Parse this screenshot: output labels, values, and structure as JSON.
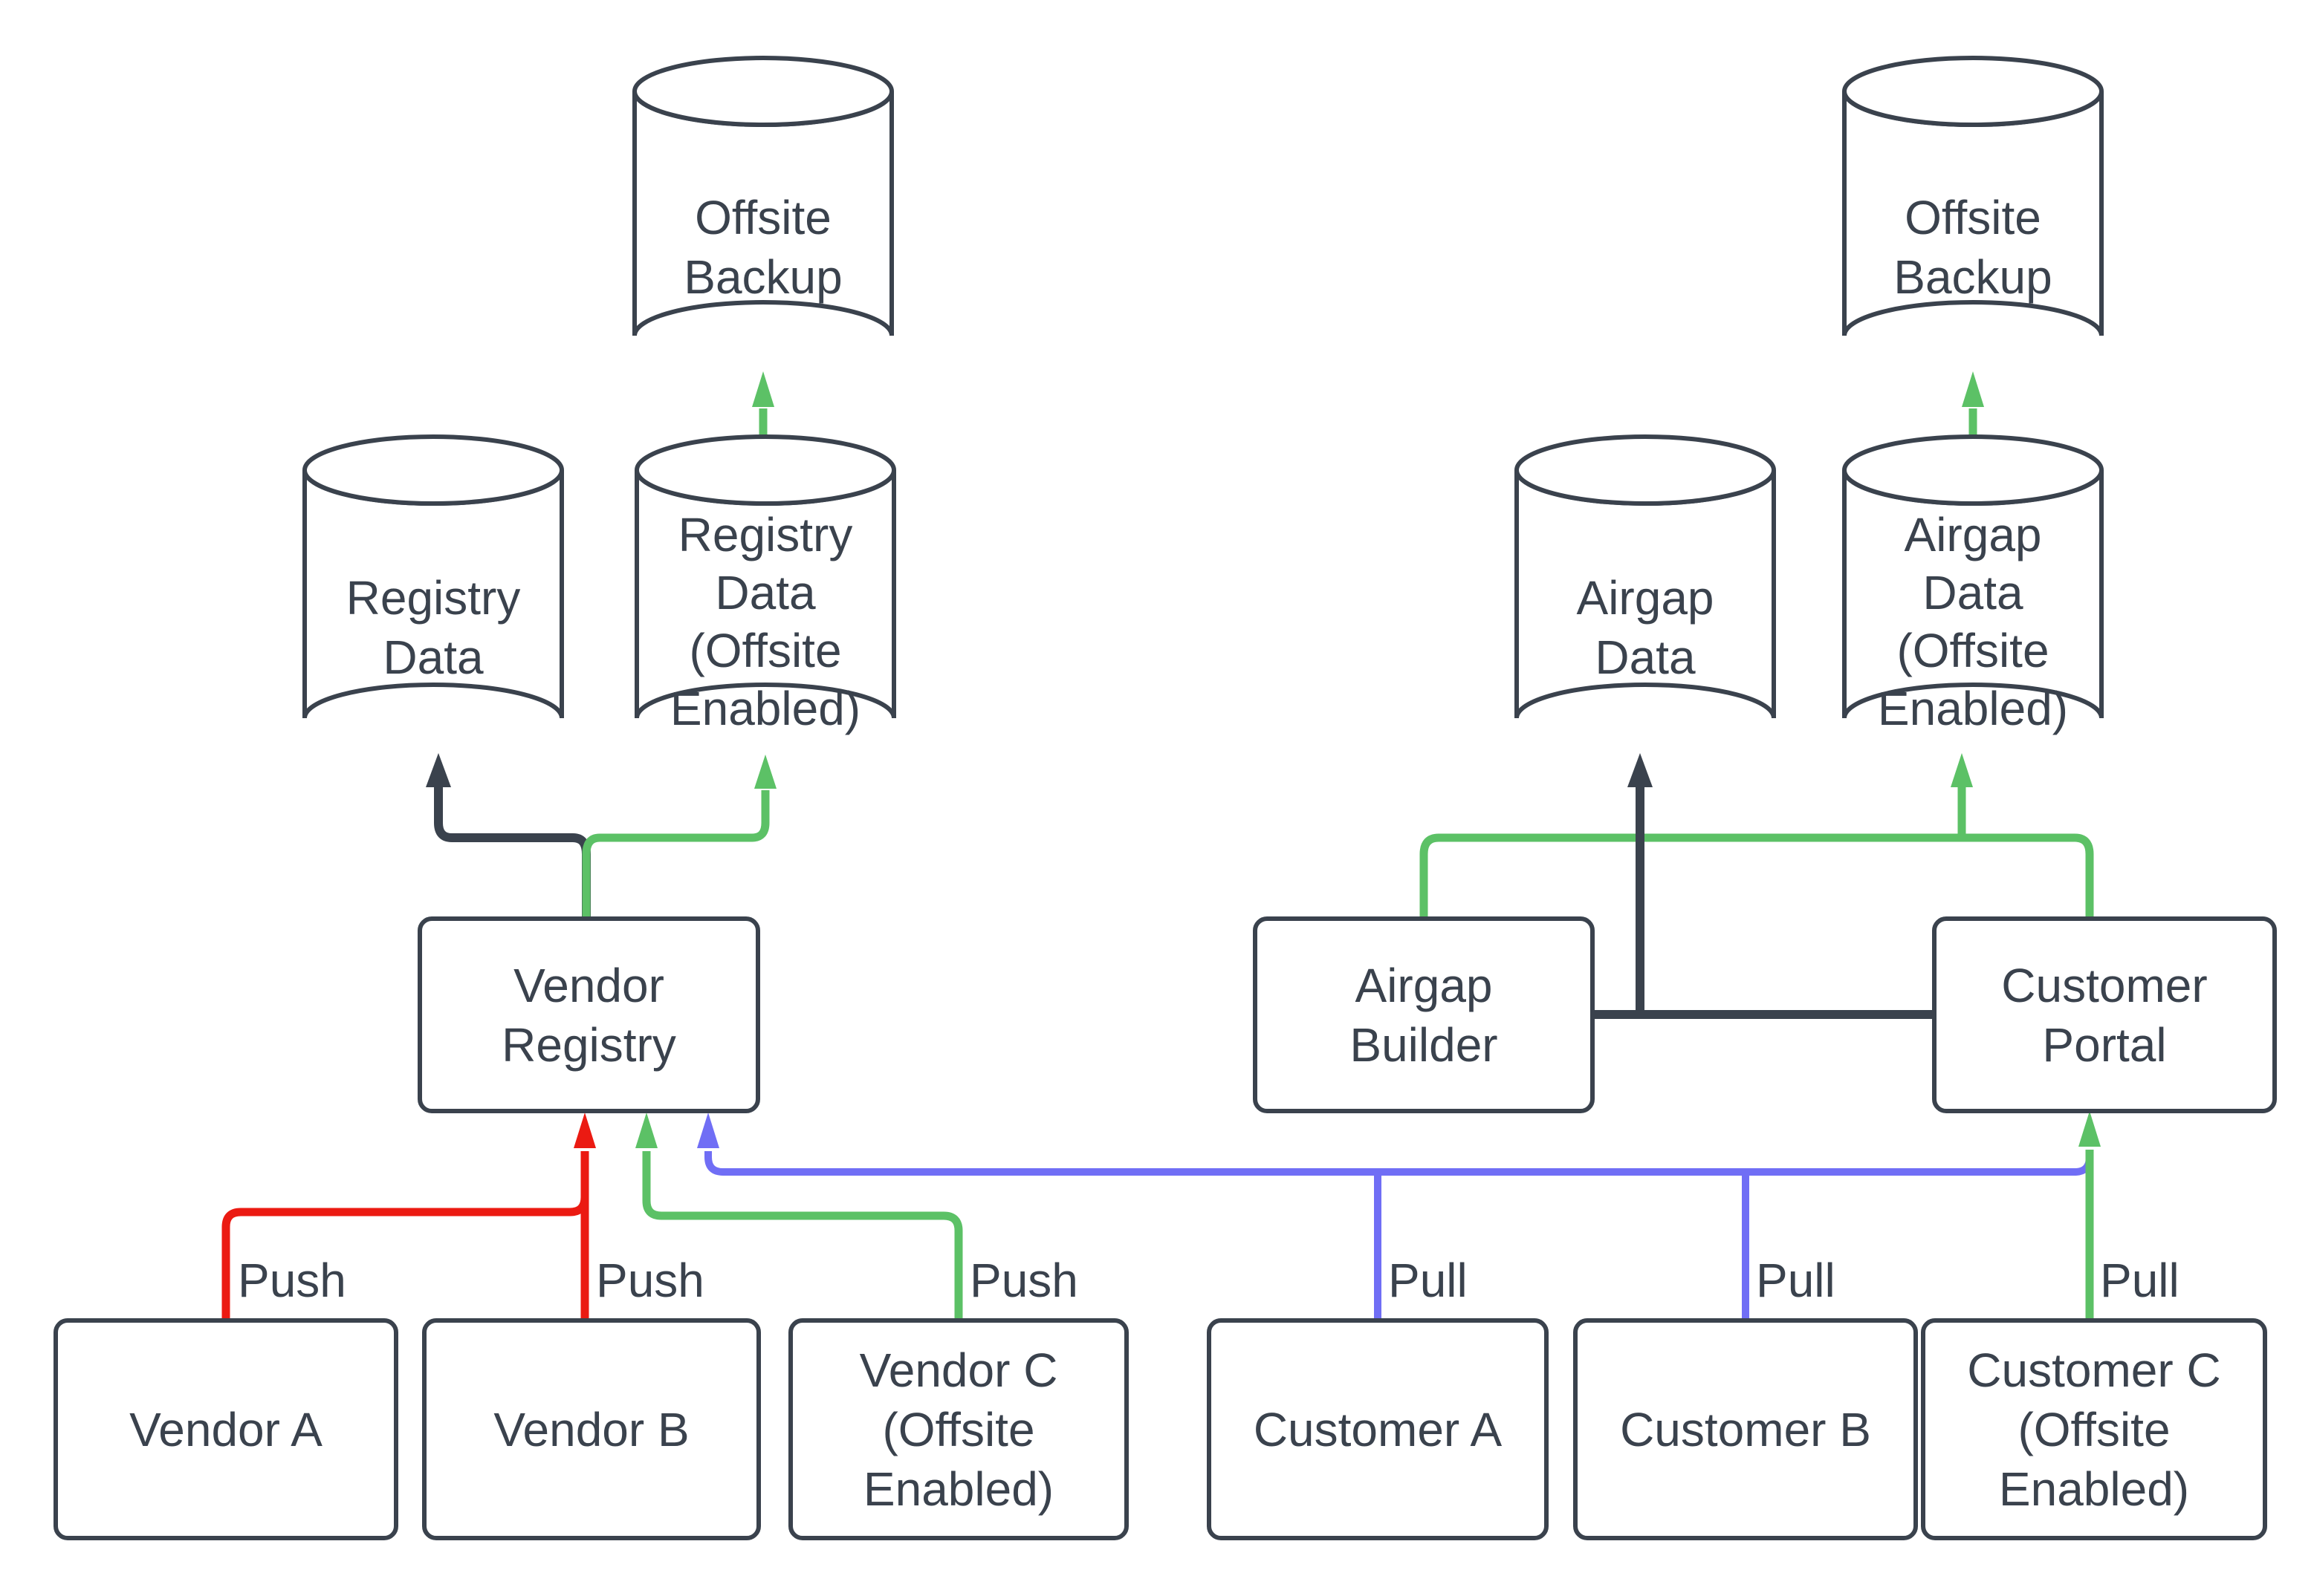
{
  "colors": {
    "dark": "#3a424d",
    "green": "#5cc166",
    "red": "#eb1a12",
    "blue": "#706ef5",
    "background": "#ffffff"
  },
  "nodes": {
    "offsite_backup_left": {
      "kind": "cylinder",
      "label": "Offsite Backup",
      "lines": [
        "Offsite",
        "Backup"
      ]
    },
    "registry_data": {
      "kind": "cylinder",
      "label": "Registry Data",
      "lines": [
        "Registry",
        "Data"
      ]
    },
    "registry_data_offsite": {
      "kind": "cylinder",
      "label": "Registry Data (Offsite Enabled)",
      "lines": [
        "Registry",
        "Data",
        "(Offsite",
        "Enabled)"
      ]
    },
    "vendor_registry": {
      "kind": "box",
      "label": "Vendor Registry",
      "lines": [
        "Vendor",
        "Registry"
      ]
    },
    "vendor_a": {
      "kind": "box",
      "label": "Vendor A",
      "lines": [
        "Vendor A"
      ]
    },
    "vendor_b": {
      "kind": "box",
      "label": "Vendor B",
      "lines": [
        "Vendor B"
      ]
    },
    "vendor_c_offsite": {
      "kind": "box",
      "label": "Vendor C (Offsite Enabled)",
      "lines": [
        "Vendor C",
        "(Offsite",
        "Enabled)"
      ]
    },
    "offsite_backup_right": {
      "kind": "cylinder",
      "label": "Offsite Backup",
      "lines": [
        "Offsite",
        "Backup"
      ]
    },
    "airgap_data": {
      "kind": "cylinder",
      "label": "Airgap Data",
      "lines": [
        "Airgap",
        "Data"
      ]
    },
    "airgap_data_offsite": {
      "kind": "cylinder",
      "label": "Airgap Data (Offsite Enabled)",
      "lines": [
        "Airgap",
        "Data",
        "(Offsite",
        "Enabled)"
      ]
    },
    "airgap_builder": {
      "kind": "box",
      "label": "Airgap Builder",
      "lines": [
        "Airgap",
        "Builder"
      ]
    },
    "customer_portal": {
      "kind": "box",
      "label": "Customer Portal",
      "lines": [
        "Customer",
        "Portal"
      ]
    },
    "customer_a": {
      "kind": "box",
      "label": "Customer A",
      "lines": [
        "Customer A"
      ]
    },
    "customer_b": {
      "kind": "box",
      "label": "Customer B",
      "lines": [
        "Customer B"
      ]
    },
    "customer_c_offsite": {
      "kind": "box",
      "label": "Customer C (Offsite Enabled)",
      "lines": [
        "Customer C",
        "(Offsite",
        "Enabled)"
      ]
    }
  },
  "edge_labels": {
    "push_vendor_a": "Push",
    "push_vendor_b": "Push",
    "push_vendor_c": "Push",
    "pull_customer_a": "Pull",
    "pull_customer_b": "Pull",
    "pull_customer_c": "Pull"
  }
}
